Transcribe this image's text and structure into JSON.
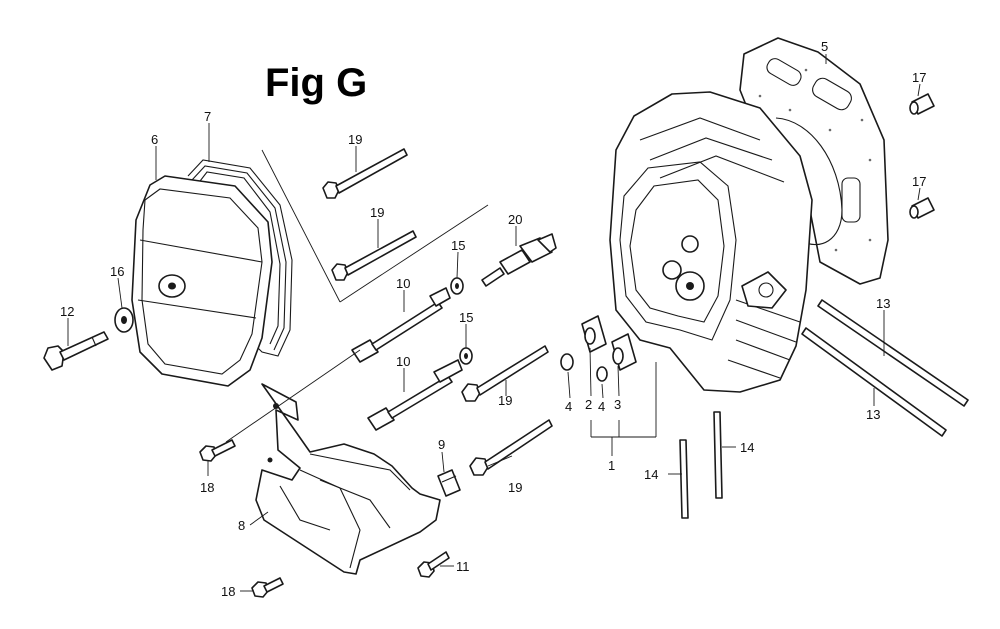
{
  "figure": {
    "title": "Fig G"
  },
  "callouts": [
    {
      "id": "c1",
      "text": "1"
    },
    {
      "id": "c2",
      "text": "2"
    },
    {
      "id": "c3",
      "text": "3"
    },
    {
      "id": "c4a",
      "text": "4"
    },
    {
      "id": "c4b",
      "text": "4"
    },
    {
      "id": "c5",
      "text": "5"
    },
    {
      "id": "c6",
      "text": "6"
    },
    {
      "id": "c7",
      "text": "7"
    },
    {
      "id": "c8",
      "text": "8"
    },
    {
      "id": "c9",
      "text": "9"
    },
    {
      "id": "c10a",
      "text": "10"
    },
    {
      "id": "c10b",
      "text": "10"
    },
    {
      "id": "c11",
      "text": "11"
    },
    {
      "id": "c12",
      "text": "12"
    },
    {
      "id": "c13a",
      "text": "13"
    },
    {
      "id": "c13b",
      "text": "13"
    },
    {
      "id": "c14a",
      "text": "14"
    },
    {
      "id": "c14b",
      "text": "14"
    },
    {
      "id": "c15a",
      "text": "15"
    },
    {
      "id": "c15b",
      "text": "15"
    },
    {
      "id": "c16",
      "text": "16"
    },
    {
      "id": "c17a",
      "text": "17"
    },
    {
      "id": "c17b",
      "text": "17"
    },
    {
      "id": "c18a",
      "text": "18"
    },
    {
      "id": "c18b",
      "text": "18"
    },
    {
      "id": "c19a",
      "text": "19"
    },
    {
      "id": "c19b",
      "text": "19"
    },
    {
      "id": "c19c",
      "text": "19"
    },
    {
      "id": "c19d",
      "text": "19"
    },
    {
      "id": "c20",
      "text": "20"
    }
  ]
}
